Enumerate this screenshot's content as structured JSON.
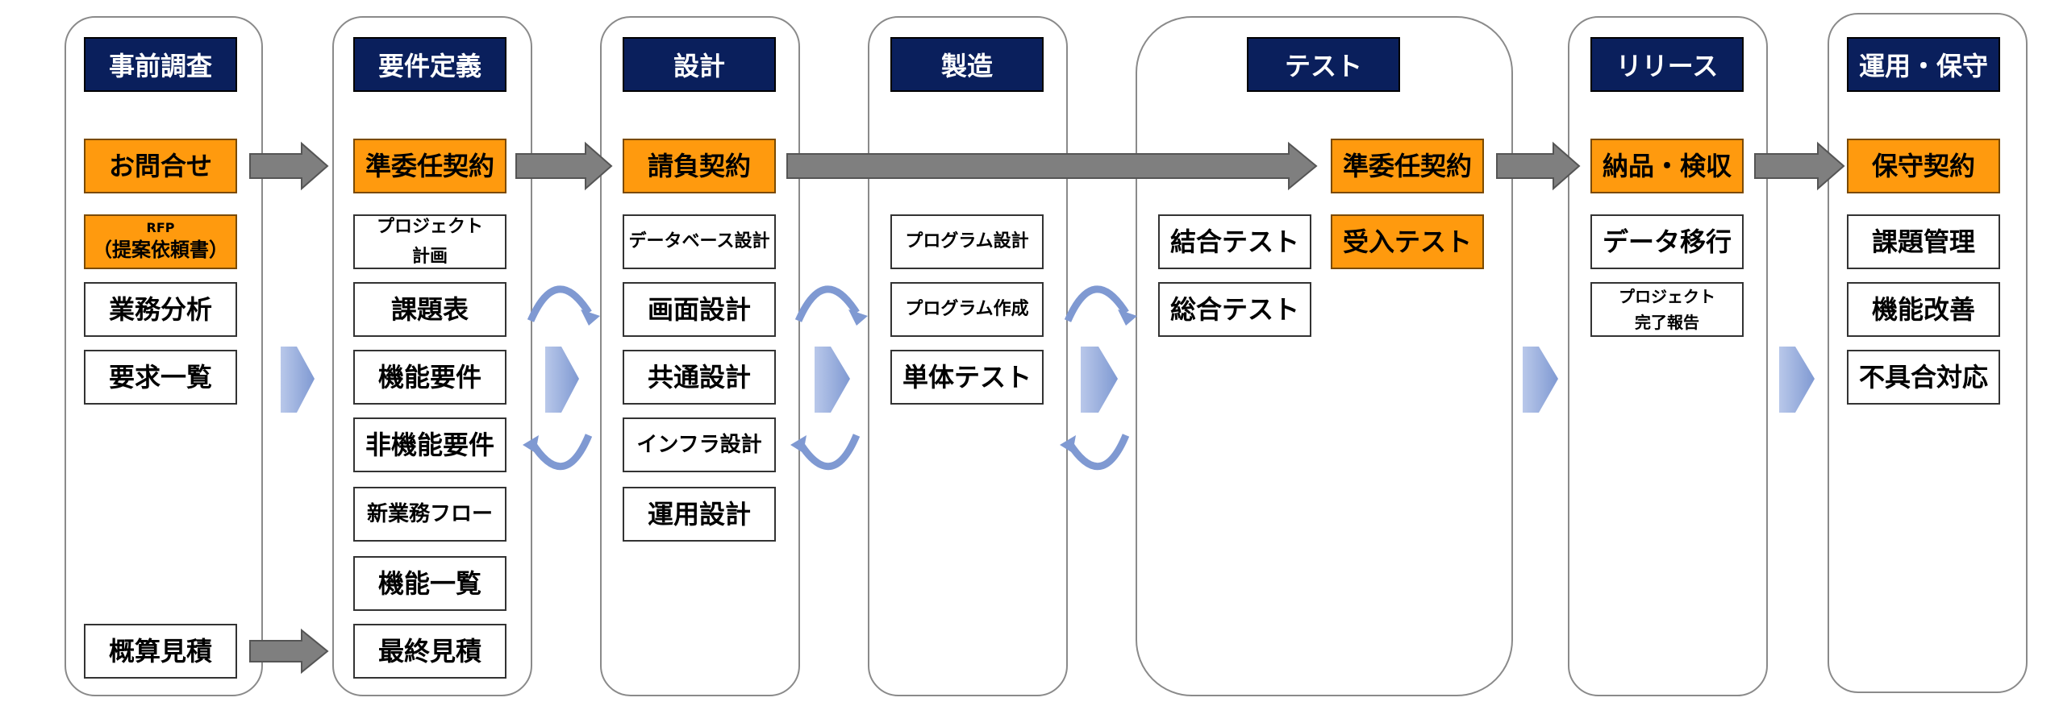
{
  "phases": [
    {
      "title": "事前調査"
    },
    {
      "title": "要件定義"
    },
    {
      "title": "設計"
    },
    {
      "title": "製造"
    },
    {
      "title": "テスト"
    },
    {
      "title": "リリース"
    },
    {
      "title": "運用・保守"
    }
  ],
  "boxes": {
    "inquiry": "お問合せ",
    "rfp_line1": "RFP",
    "rfp_line2": "（提案依頼書）",
    "business_analysis": "業務分析",
    "requirements_list": "要求一覧",
    "rough_estimate": "概算見積",
    "quasi_mandate_1": "準委任契約",
    "project_plan_line1": "プロジェクト",
    "project_plan_line2": "計画",
    "issue_table": "課題表",
    "functional_req": "機能要件",
    "nonfunctional_req": "非機能要件",
    "new_business_flow": "新業務フロー",
    "function_list": "機能一覧",
    "final_estimate": "最終見積",
    "contract_work": "請負契約",
    "db_design": "データベース設計",
    "screen_design": "画面設計",
    "common_design": "共通設計",
    "infra_design": "インフラ設計",
    "ops_design": "運用設計",
    "program_design": "プログラム設計",
    "program_creation": "プログラム作成",
    "unit_test": "単体テスト",
    "integration_test": "結合テスト",
    "comprehensive_test": "総合テスト",
    "quasi_mandate_2": "準委任契約",
    "acceptance_test": "受入テスト",
    "delivery": "納品・検収",
    "data_migration": "データ移行",
    "completion_report_line1": "プロジェクト",
    "completion_report_line2": "完了報告",
    "maintenance_contract": "保守契約",
    "issue_management": "課題管理",
    "function_improvement": "機能改善",
    "defect_handling": "不具合対応"
  },
  "colors": {
    "header": "#0a1f5c",
    "contract": "#ff9a0e",
    "flow_arrow": "#7f7f7f",
    "phase_arrow": "#8fa7d8"
  }
}
